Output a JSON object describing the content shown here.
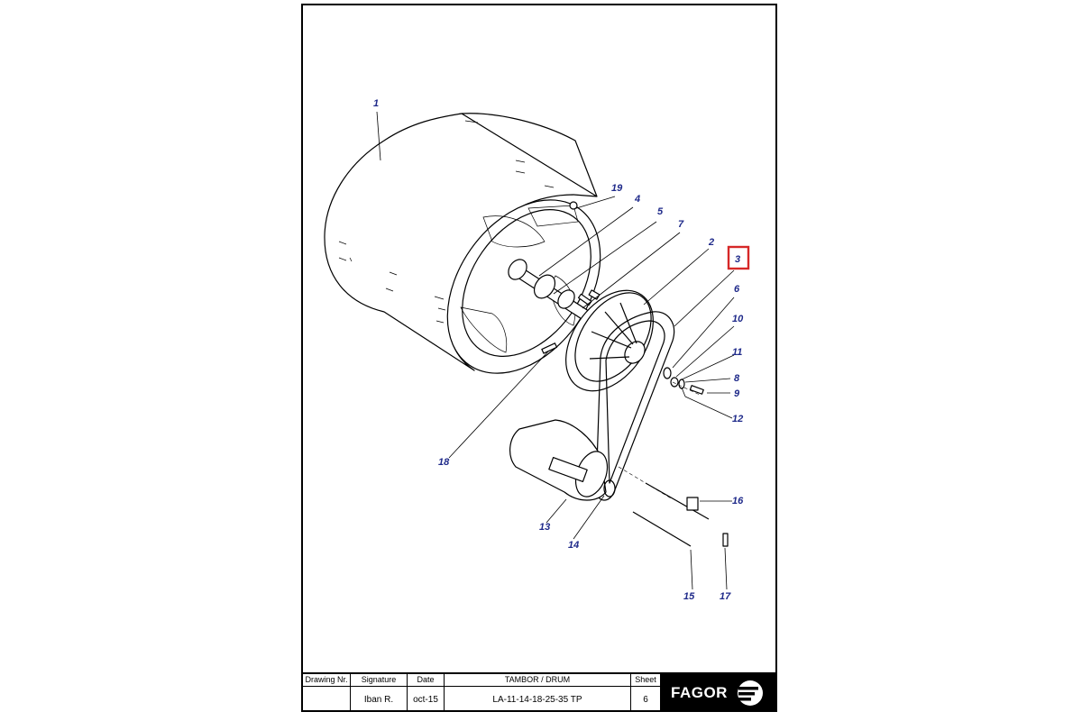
{
  "callouts": [
    {
      "id": "c1",
      "label": "1"
    },
    {
      "id": "c19",
      "label": "19"
    },
    {
      "id": "c4",
      "label": "4"
    },
    {
      "id": "c5",
      "label": "5"
    },
    {
      "id": "c7",
      "label": "7"
    },
    {
      "id": "c2",
      "label": "2"
    },
    {
      "id": "c3",
      "label": "3",
      "highlighted": true
    },
    {
      "id": "c6",
      "label": "6"
    },
    {
      "id": "c10",
      "label": "10"
    },
    {
      "id": "c11",
      "label": "11"
    },
    {
      "id": "c8",
      "label": "8"
    },
    {
      "id": "c9",
      "label": "9"
    },
    {
      "id": "c12",
      "label": "12"
    },
    {
      "id": "c18",
      "label": "18"
    },
    {
      "id": "c16",
      "label": "16"
    },
    {
      "id": "c13",
      "label": "13"
    },
    {
      "id": "c14",
      "label": "14"
    },
    {
      "id": "c15",
      "label": "15"
    },
    {
      "id": "c17",
      "label": "17"
    }
  ],
  "title_block": {
    "drawing_nr_header": "Drawing Nr.",
    "drawing_nr_value": "",
    "signature_header": "Signature",
    "signature_value": "Iban R.",
    "date_header": "Date",
    "date_value": "oct-15",
    "title_header": "TAMBOR / DRUM",
    "title_value": "LA-11-14-18-25-35 TP",
    "sheet_header": "Sheet",
    "sheet_value": "6",
    "brand": "FAGOR"
  },
  "colors": {
    "callout_text": "#1f2a8a",
    "highlight_box": "#d62828",
    "line": "#000000"
  },
  "icons": {
    "brand_logo": "fagor-logo-icon"
  }
}
